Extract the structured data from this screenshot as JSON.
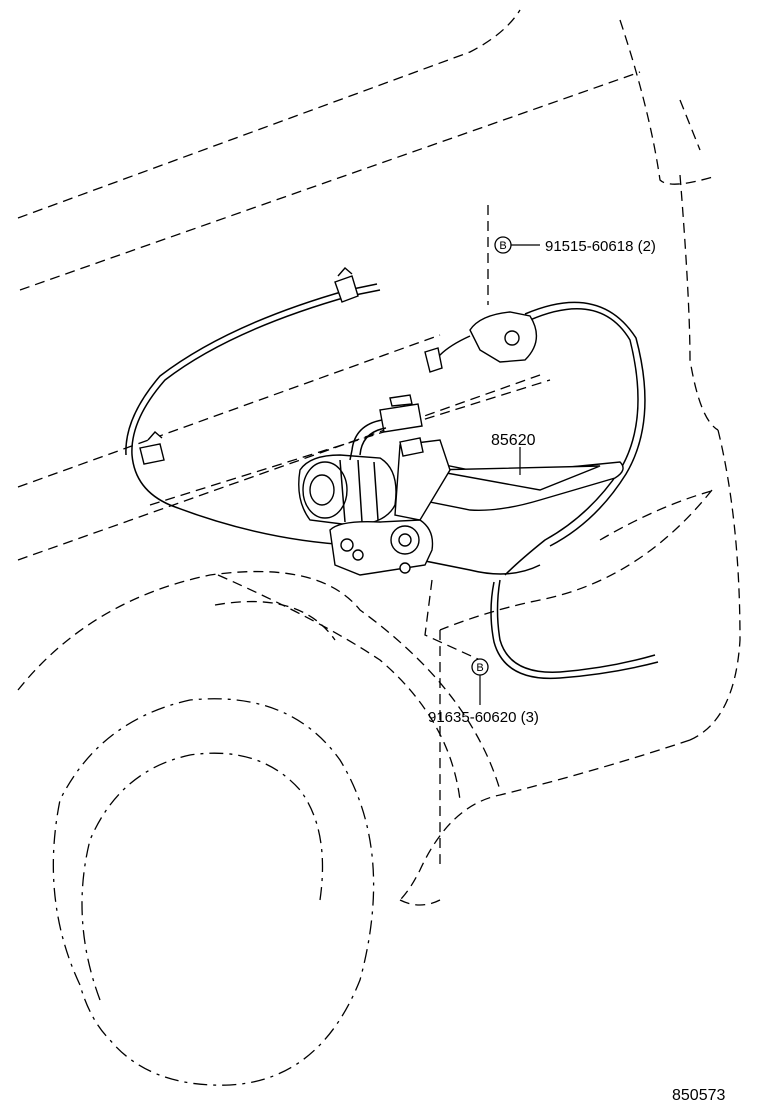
{
  "callouts": {
    "top_bolt": {
      "symbol": "B",
      "part_no": "91515-60618 (2)"
    },
    "regulator": {
      "part_no": "85620"
    },
    "bottom_bolt": {
      "symbol": "B",
      "part_no": "91635-60620 (3)"
    }
  },
  "figure_id": "850573"
}
